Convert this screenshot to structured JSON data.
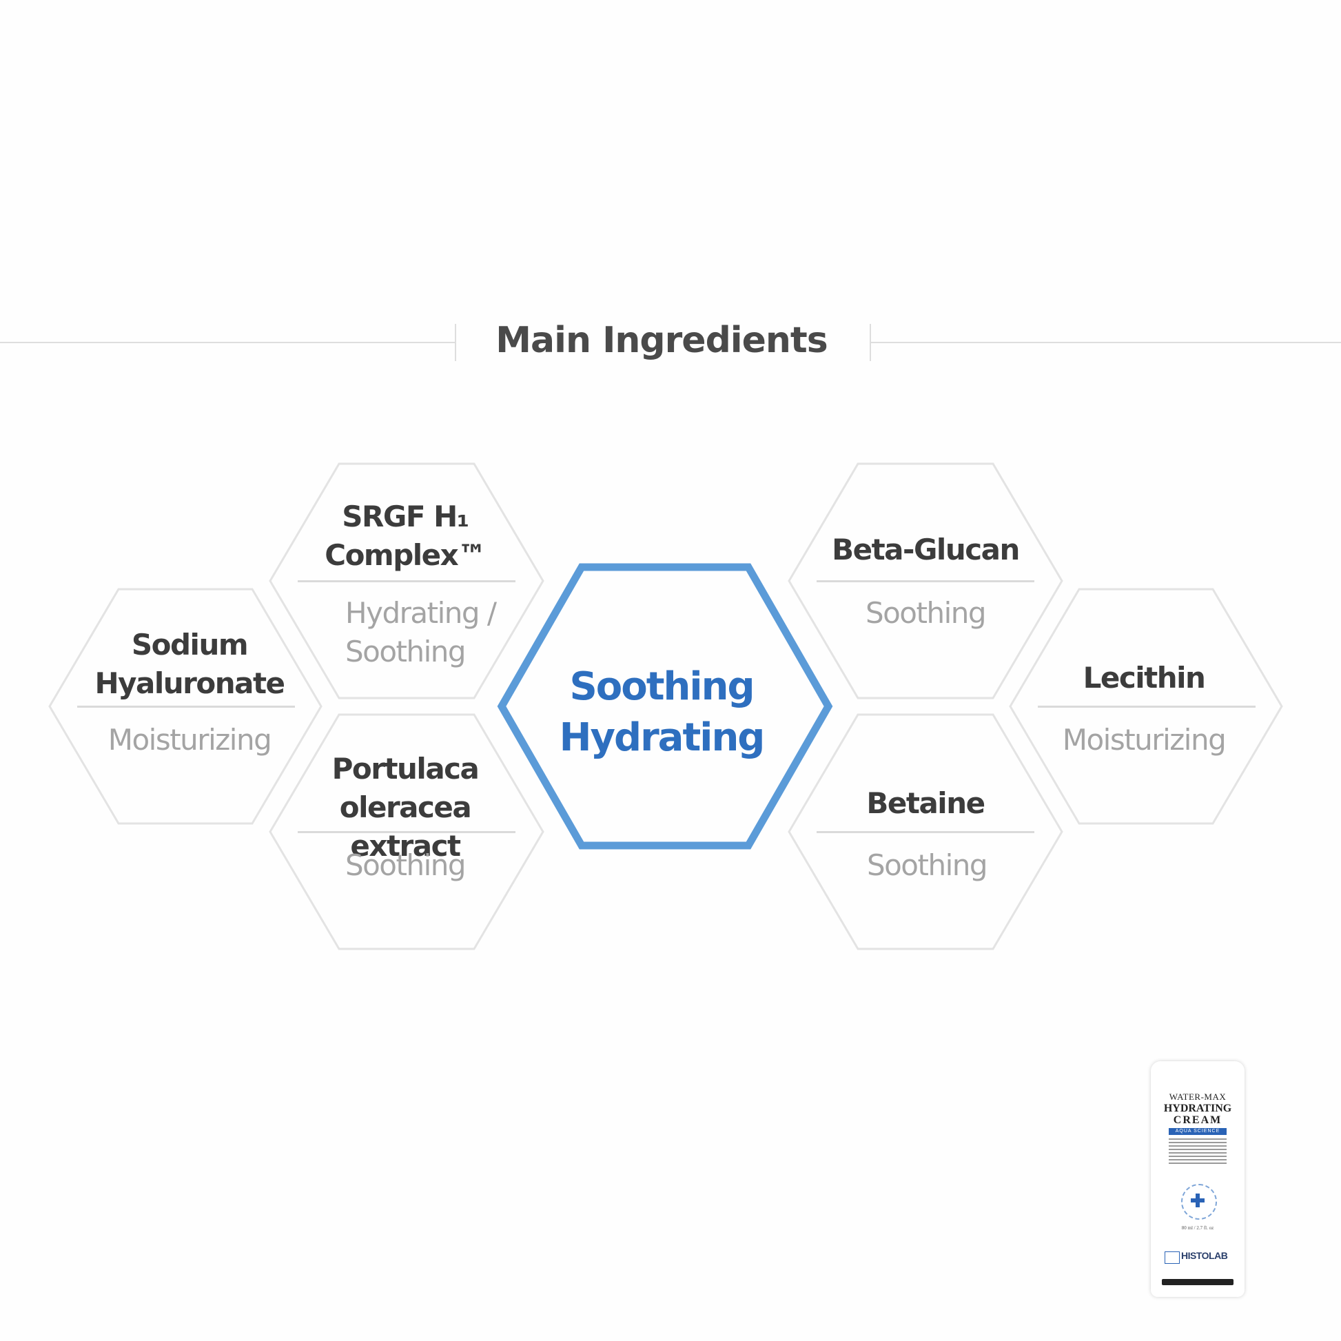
{
  "title": "Main Ingredients",
  "center": {
    "line1": "Soothing",
    "line2": "Hydrating",
    "accent_color": "#4a8fd6"
  },
  "ingredients": [
    {
      "name_lines": [
        "Sodium",
        "Hyaluronate"
      ],
      "effect_lines": [
        "Moisturizing"
      ]
    },
    {
      "name_lines": [
        "SRGF H₁",
        "Complex™"
      ],
      "effect_lines": [
        "Hydrating /",
        "Soothing"
      ]
    },
    {
      "name_lines": [
        "Portulaca",
        "oleracea extract"
      ],
      "effect_lines": [
        "Soothing"
      ]
    },
    {
      "name_lines": [
        "Beta-Glucan"
      ],
      "effect_lines": [
        "Soothing"
      ]
    },
    {
      "name_lines": [
        "Betaine"
      ],
      "effect_lines": [
        "Soothing"
      ]
    },
    {
      "name_lines": [
        "Lecithin"
      ],
      "effect_lines": [
        "Moisturizing"
      ]
    }
  ],
  "product": {
    "line1": "WATER-MAX",
    "line2": "HYDRATING",
    "line3": "CREAM",
    "band": "AQUA SCIENCE",
    "volume": "80 ml / 2.7 fl. oz",
    "brand": "HISTOLAB"
  }
}
